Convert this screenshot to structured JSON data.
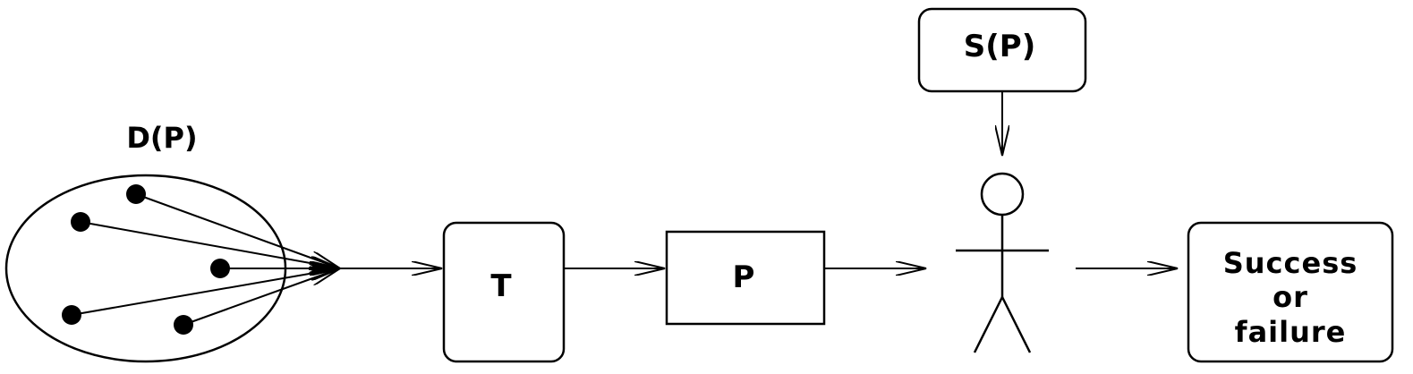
{
  "domain_label": "D(P)",
  "test_box": "T",
  "program_box": "P",
  "spec_box": "S(P)",
  "outcome_lines": [
    "Success",
    "or",
    "failure"
  ]
}
